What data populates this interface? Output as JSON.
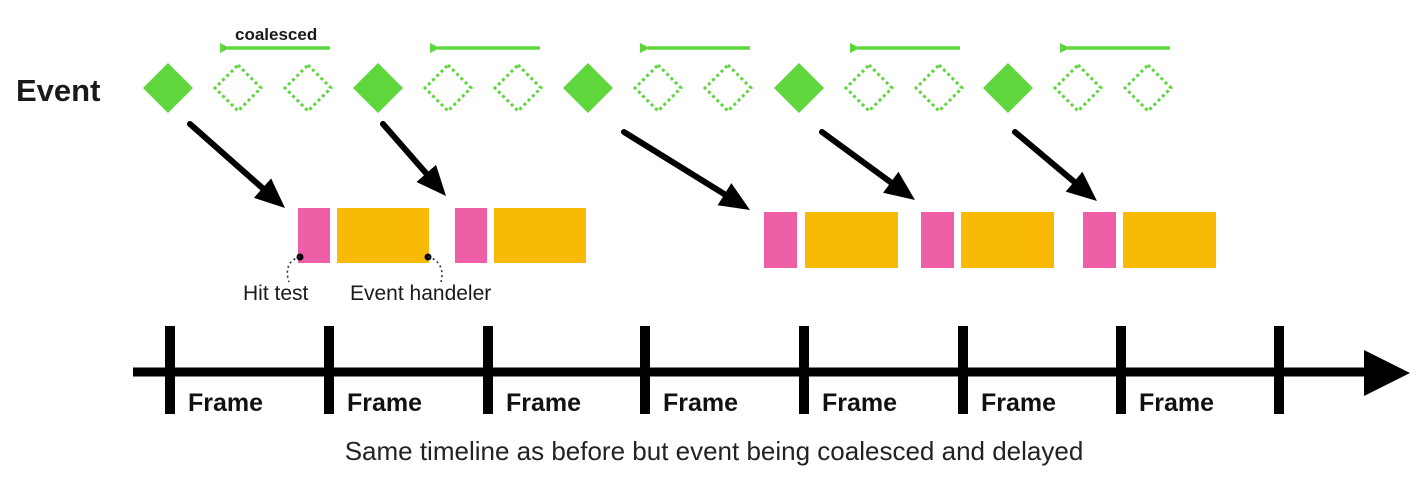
{
  "event_label": "Event",
  "coalesced_label": "coalesced",
  "hit_test_label": "Hit test",
  "event_handler_label": "Event handeler",
  "frame_label": "Frame",
  "caption": "Same timeline as before but event being coalesced and delayed",
  "colors": {
    "event": "#5ed63c",
    "hit_test": "#ef5fa7",
    "handler": "#f8ba05",
    "ink": "#000000"
  },
  "event_groups": 5,
  "coalesced_per_group": 2,
  "frames": 7
}
